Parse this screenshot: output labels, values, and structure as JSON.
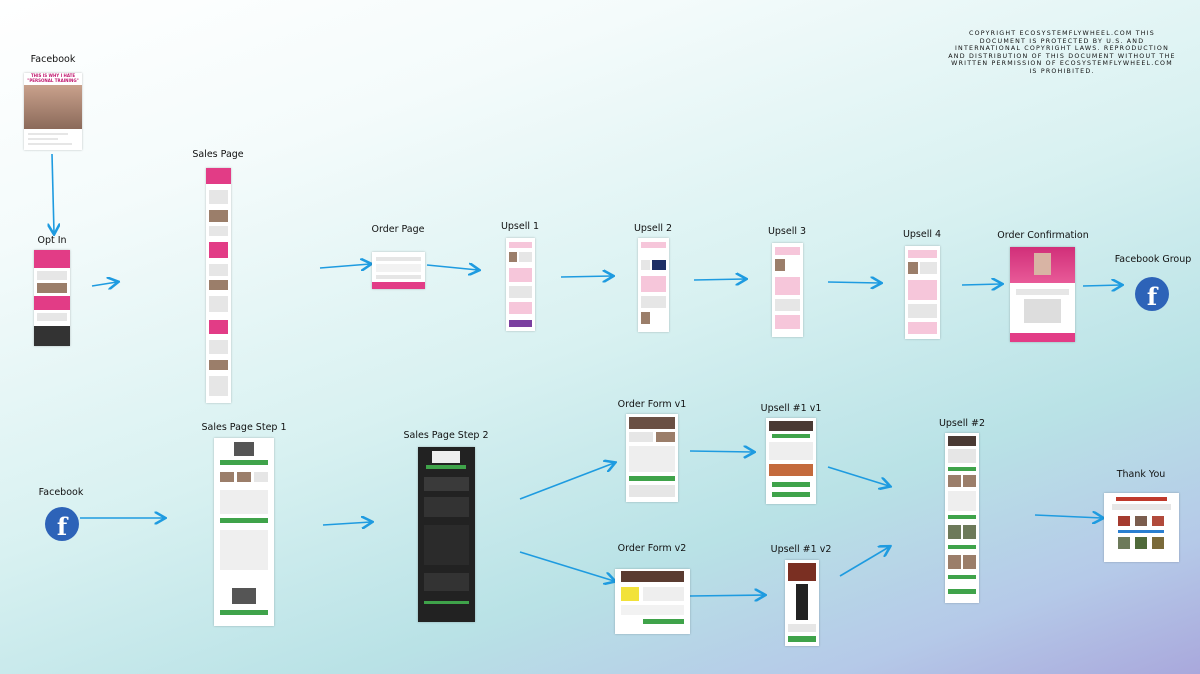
{
  "copyright": "COPYRIGHT ECOSYSTEMFLYWHEEL.COM THIS DOCUMENT IS PROTECTED BY U.S. AND INTERNATIONAL COPYRIGHT LAWS. REPRODUCTION AND DISTRIBUTION OF THIS DOCUMENT WITHOUT THE WRITTEN PERMISSION OF ECOSYSTEMFLYWHEEL.COM IS PROHIBITED.",
  "facebook_ad_text": "THIS IS WHY I HATE \"PERSONAL TRAINING\"",
  "fb_glyph": "f",
  "funnel_top": {
    "facebook": "Facebook",
    "opt_in": "Opt In",
    "sales_page": "Sales Page",
    "order_page": "Order Page",
    "upsell_1": "Upsell 1",
    "upsell_2": "Upsell 2",
    "upsell_3": "Upsell 3",
    "upsell_4": "Upsell 4",
    "order_confirmation": "Order Confirmation",
    "facebook_group": "Facebook Group"
  },
  "funnel_bottom": {
    "facebook": "Facebook",
    "sales_page_step_1": "Sales Page Step 1",
    "sales_page_step_2": "Sales Page Step 2",
    "order_form_v1": "Order Form v1",
    "order_form_v2": "Order Form v2",
    "upsell_1_v1": "Upsell #1 v1",
    "upsell_1_v2": "Upsell #1 v2",
    "upsell_2": "Upsell #2",
    "thank_you": "Thank You"
  },
  "colors": {
    "arrow": "#1e9be0",
    "accent_pink": "#e23c86",
    "facebook_blue": "#2d63b8",
    "cta_green": "#3fa34a"
  }
}
